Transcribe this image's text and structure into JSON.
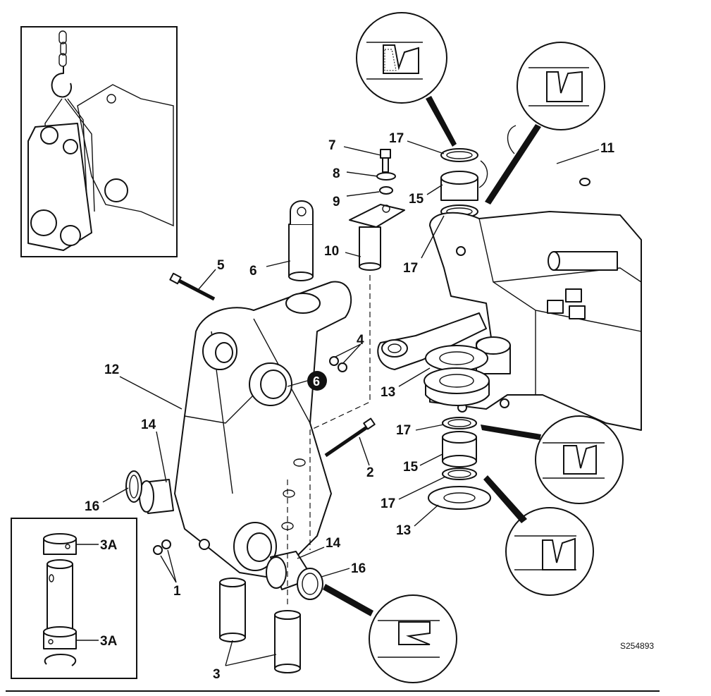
{
  "callouts": {
    "c1": "1",
    "c2": "2",
    "c3": "3",
    "c3a_top": "3A",
    "c3a_bottom": "3A",
    "c4": "4",
    "c5": "5",
    "c6": "6",
    "c6_badge": "6",
    "c7": "7",
    "c8": "8",
    "c9": "9",
    "c10": "10",
    "c11": "11",
    "c12": "12",
    "c13_upper": "13",
    "c13_lower": "13",
    "c14_left": "14",
    "c14_right": "14",
    "c15_upper": "15",
    "c15_lower": "15",
    "c16_left": "16",
    "c16_right": "16",
    "c17_top": "17",
    "c17_mid": "17",
    "c17_low1": "17",
    "c17_low2": "17"
  },
  "reference": "S254893"
}
